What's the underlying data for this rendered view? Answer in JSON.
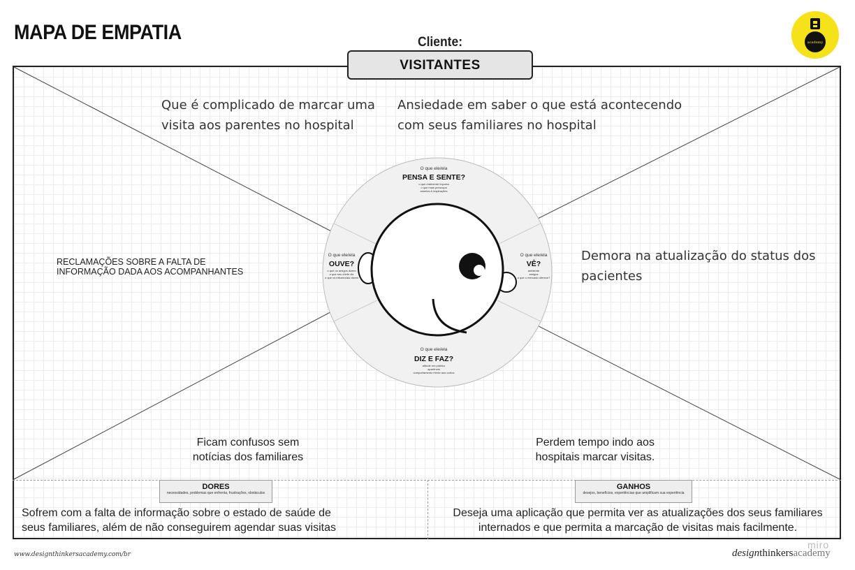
{
  "header": {
    "title": "MAPA DE EMPATIA",
    "client_label": "Cliente:",
    "client_value": "VISITANTES"
  },
  "center": {
    "pensa": {
      "prefix": "O que ele/ela",
      "title": "PENSA E SENTE?",
      "hints": [
        "o que realmente importa",
        "o que mais preocupa",
        "anseios & inspirações"
      ]
    },
    "ouve": {
      "prefix": "O que ele/ela",
      "title": "OUVE?",
      "hints": [
        "o que os amigos dizem",
        "o que seu chefe diz",
        "o que os influenciais dizem"
      ]
    },
    "ve": {
      "prefix": "O que ele/ela",
      "title": "VÊ?",
      "hints": [
        "ambiente",
        "amigos",
        "o que o mercado oferece?"
      ]
    },
    "diz": {
      "prefix": "O que ele/ela",
      "title": "DIZ E FAZ?",
      "hints": [
        "atitude em público",
        "aparência",
        "comportamento frente aos outros"
      ]
    }
  },
  "notes": {
    "top_left": [
      "Que é complicado de marcar uma",
      "visita aos parentes no hospital"
    ],
    "top_right": [
      "Ansiedade em saber o que está acontecendo",
      "com seus familiares no hospital"
    ],
    "left": [
      "RECLAMAÇÕES SOBRE A FALTA DE",
      "INFORMAÇÃO DADA AOS ACOMPANHANTES"
    ],
    "right": [
      "Demora na atualização do status dos",
      "pacientes"
    ],
    "bottom_left": [
      "Ficam confusos sem",
      "notícias dos familiares"
    ],
    "bottom_right": [
      "Perdem tempo indo aos",
      "hospitais marcar visitas."
    ]
  },
  "dores": {
    "title": "DORES",
    "subtitle": "necessidades, problemas que enfrenta, frustrações, obstáculos",
    "text": [
      "Sofrem com a falta de informação sobre o estado de saúde de",
      "seus familiares, além de não conseguirem agendar suas visitas"
    ]
  },
  "ganhos": {
    "title": "GANHOS",
    "subtitle": "desejos, benefícios, experiências que amplificam sua experiência",
    "text": [
      "Deseja uma aplicação que permita ver as atualizações dos seus familiares",
      "internados e que permita a marcação de visitas mais facilmente."
    ]
  },
  "footer": {
    "url": "www.designthinkersacademy.com/br",
    "brand_1": "design",
    "brand_2": "thinkers",
    "brand_3": "academy",
    "watermark": "miro"
  },
  "logo": {
    "text": "academy",
    "color": "#f5e21a"
  }
}
